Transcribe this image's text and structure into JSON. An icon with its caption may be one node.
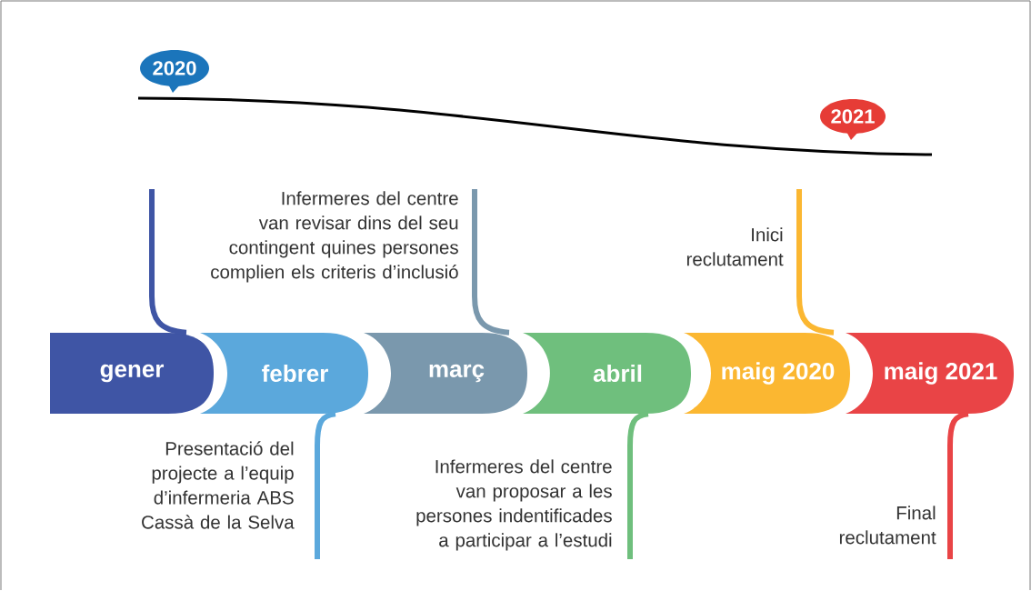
{
  "diagram": {
    "nodes": [
      {
        "text": [
          "2020"
        ]
      },
      {
        "text": [
          "2021"
        ]
      },
      {
        "text": [
          "gener"
        ]
      },
      {
        "text": [
          "febrer"
        ]
      },
      {
        "text": [
          "març"
        ]
      },
      {
        "text": [
          "abril"
        ]
      },
      {
        "text": [
          "maig 2020"
        ]
      },
      {
        "text": [
          "maig 2021"
        ]
      },
      {
        "text": [
          "Infermeres del centre van revisar dins del seu contingent quines persones complien els criteris d’inclusió"
        ]
      },
      {
        "text": [
          "Inici reclutament"
        ]
      },
      {
        "text": [
          "Presentació del projecte a l’equip d’infermeria ABS Cassà de la Selva"
        ]
      },
      {
        "text": [
          "Infermeres del centre van proposar a les persones indentificades a participar a l’estudi"
        ]
      },
      {
        "text": [
          "Final reclutament"
        ]
      }
    ],
    "edges": [
      {
        "from": 2,
        "to": null,
        "arrow": "none",
        "color": "#3f55a5"
      },
      {
        "from": 3,
        "to": 10,
        "arrow": "none",
        "color": "#5ba8dc"
      },
      {
        "from": 4,
        "to": 8,
        "arrow": "none",
        "color": "#7a98ad"
      },
      {
        "from": 5,
        "to": 11,
        "arrow": "none",
        "color": "#6fbf7d"
      },
      {
        "from": 6,
        "to": 9,
        "arrow": "none",
        "color": "#fbb731"
      },
      {
        "from": 7,
        "to": 12,
        "arrow": "none",
        "color": "#e94446"
      }
    ]
  }
}
